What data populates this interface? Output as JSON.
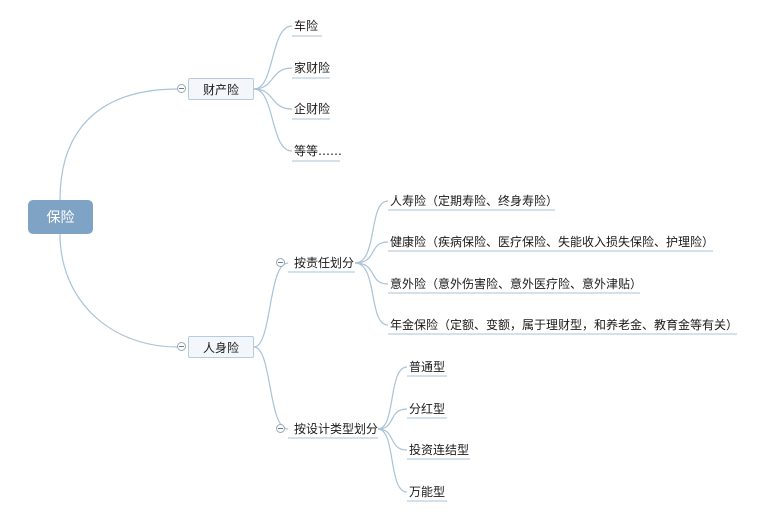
{
  "root": "保险",
  "branches": {
    "property": {
      "label": "财产险",
      "children": [
        "车险",
        "家财险",
        "企财险",
        "等等……"
      ]
    },
    "personal": {
      "label": "人身险",
      "by_liability": {
        "label": "按责任划分",
        "children": [
          "人寿险（定期寿险、终身寿险）",
          "健康险（疾病保险、医疗保险、失能收入损失保险、护理险）",
          "意外险（意外伤害险、意外医疗险、意外津贴）",
          "年金保险（定额、变额，属于理财型，和养老金、教育金等有关）"
        ]
      },
      "by_design": {
        "label": "按设计类型划分",
        "children": [
          "普通型",
          "分红型",
          "投资连结型",
          "万能型"
        ]
      }
    }
  },
  "colors": {
    "root_fill": "#7fa3c4",
    "connector": "#a9c3d6",
    "box_border": "#b8cadb"
  }
}
